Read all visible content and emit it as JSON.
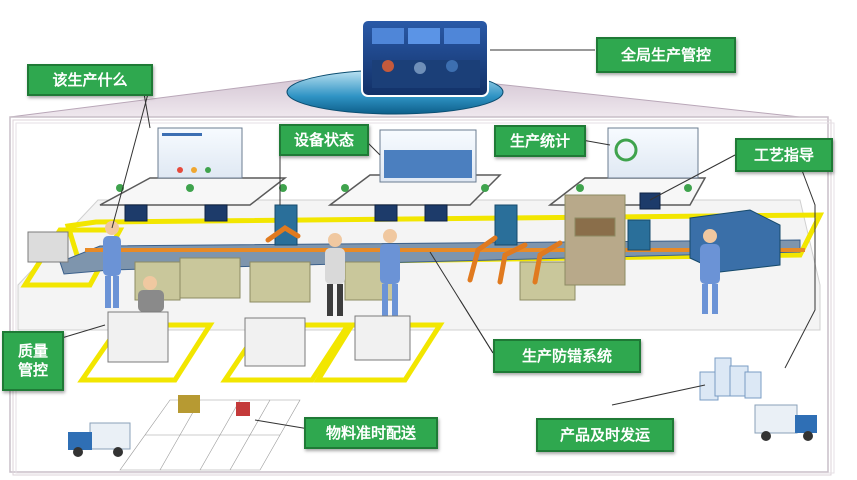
{
  "labels": {
    "global_control": "全局生产管控",
    "what_to_produce": "该生产什么",
    "equipment_status": "设备状态",
    "production_stats": "生产统计",
    "process_guidance": "工艺指导",
    "quality_control_line1": "质量",
    "quality_control_line2": "管控",
    "error_proofing": "生产防错系统",
    "material_delivery": "物料准时配送",
    "product_shipping": "产品及时发运"
  },
  "colors": {
    "label_green": "#2fa84f",
    "zone_yellow": "#f2e600",
    "line_blue": "#3a5f8a",
    "worker_blue": "#6b93d6",
    "machine_khaki": "#c9c79b",
    "robot_orange": "#e07a1f"
  },
  "icons": [
    "control-room-photo",
    "monitor-icon",
    "worker-icon",
    "robot-arm-icon",
    "forklift-icon",
    "truck-icon",
    "city-buildings-icon",
    "screen-dashboard-icon"
  ]
}
